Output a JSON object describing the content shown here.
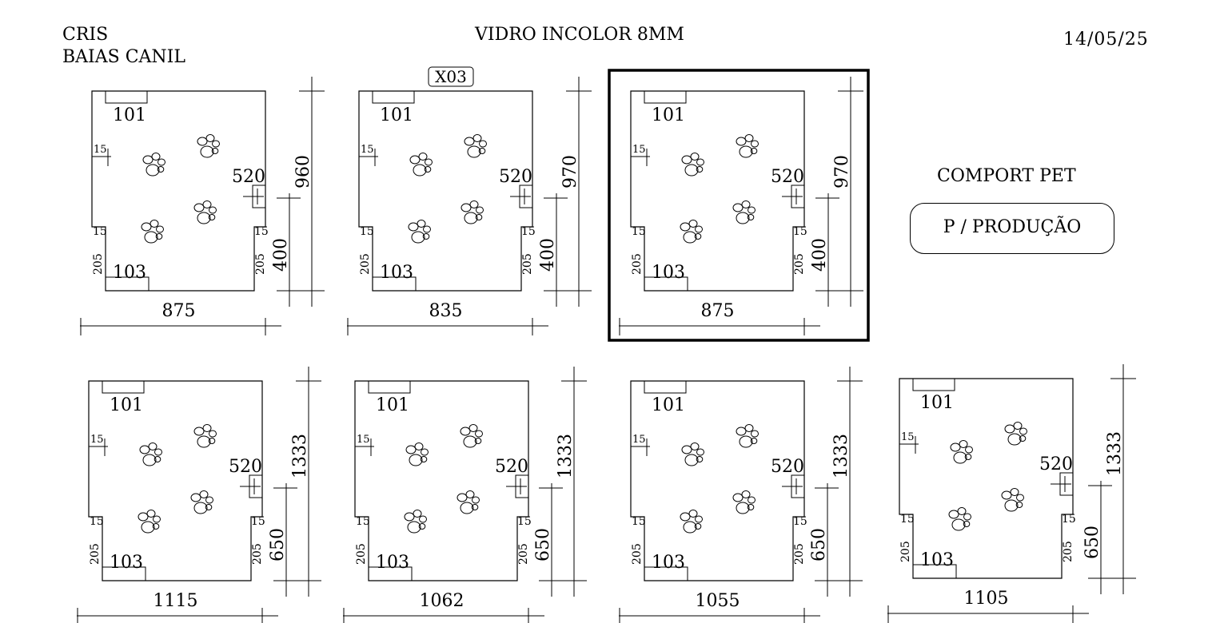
{
  "header": {
    "client": "CRIS",
    "project": "BAIAS CANIL",
    "material": "VIDRO INCOLOR 8MM",
    "date": "14/05/25"
  },
  "side_note": {
    "label": "COMPORT PET",
    "status": "P / PRODUÇÃO"
  },
  "panels": [
    {
      "id": "panel-1",
      "width": "875",
      "height": "960",
      "door_height": "400",
      "tag": "",
      "highlighted": false,
      "notch_top": "101",
      "notch_bottom": "103",
      "latch": "520",
      "offset_top": "15",
      "offset_left": "15",
      "offset_right": "15",
      "edge_left": "205",
      "edge_right": "205"
    },
    {
      "id": "panel-2",
      "width": "835",
      "height": "970",
      "door_height": "400",
      "tag": "X03",
      "highlighted": false,
      "notch_top": "101",
      "notch_bottom": "103",
      "latch": "520",
      "offset_top": "15",
      "offset_left": "15",
      "offset_right": "15",
      "edge_left": "205",
      "edge_right": "205"
    },
    {
      "id": "panel-3",
      "width": "875",
      "height": "970",
      "door_height": "400",
      "tag": "",
      "highlighted": true,
      "notch_top": "101",
      "notch_bottom": "103",
      "latch": "520",
      "offset_top": "15",
      "offset_left": "15",
      "offset_right": "15",
      "edge_left": "205",
      "edge_right": "205"
    },
    {
      "id": "panel-4",
      "width": "1115",
      "height": "1333",
      "door_height": "650",
      "tag": "",
      "highlighted": false,
      "notch_top": "101",
      "notch_bottom": "103",
      "latch": "520",
      "offset_top": "15",
      "offset_left": "15",
      "offset_right": "15",
      "edge_left": "205",
      "edge_right": "205"
    },
    {
      "id": "panel-5",
      "width": "1062",
      "height": "1333",
      "door_height": "650",
      "tag": "",
      "highlighted": false,
      "notch_top": "101",
      "notch_bottom": "103",
      "latch": "520",
      "offset_top": "15",
      "offset_left": "15",
      "offset_right": "15",
      "edge_left": "205",
      "edge_right": "205"
    },
    {
      "id": "panel-6",
      "width": "1055",
      "height": "1333",
      "door_height": "650",
      "tag": "",
      "highlighted": false,
      "notch_top": "101",
      "notch_bottom": "103",
      "latch": "520",
      "offset_top": "15",
      "offset_left": "15",
      "offset_right": "15",
      "edge_left": "205",
      "edge_right": "205"
    },
    {
      "id": "panel-7",
      "width": "1105",
      "height": "1333",
      "door_height": "650",
      "tag": "",
      "highlighted": false,
      "notch_top": "101",
      "notch_bottom": "103",
      "latch": "520",
      "offset_top": "15",
      "offset_left": "15",
      "offset_right": "15",
      "edge_left": "205",
      "edge_right": "205"
    }
  ]
}
